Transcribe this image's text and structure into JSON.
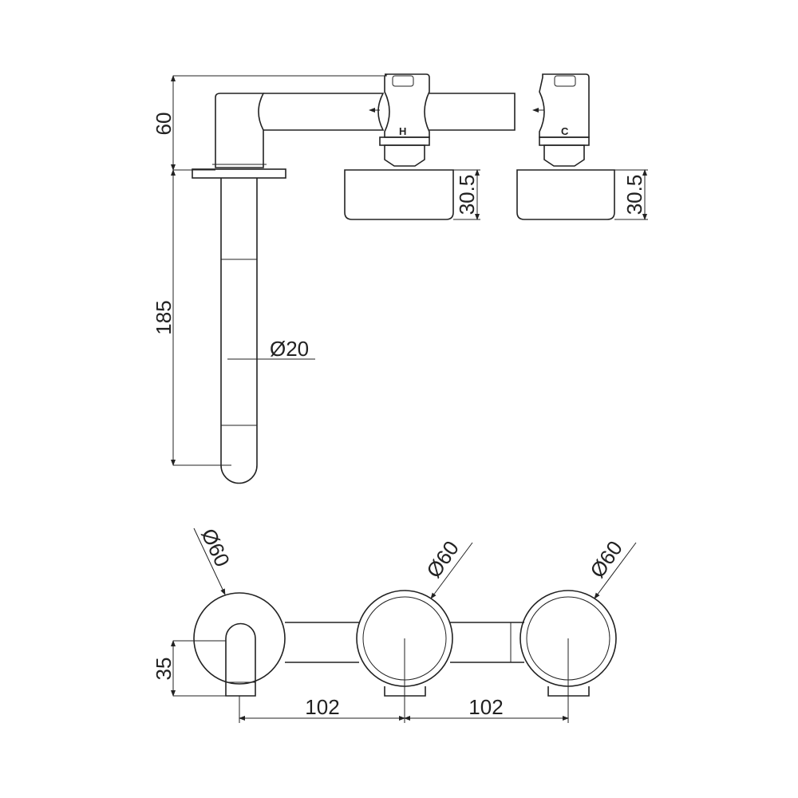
{
  "drawing": {
    "side_view": {
      "height_label": "60",
      "spout_length_label": "185",
      "spout_diameter_label": "Ø20",
      "handle_height_label_hot": "30.5",
      "handle_height_label_cold": "30.5",
      "hot_marker": "H",
      "cold_marker": "C"
    },
    "front_view": {
      "spout_plate_diameter_label": "Ø60",
      "hot_handle_diameter_label": "Ø60",
      "cold_handle_diameter_label": "Ø60",
      "spout_offset_label": "35",
      "spacing_left_label": "102",
      "spacing_right_label": "102"
    }
  }
}
